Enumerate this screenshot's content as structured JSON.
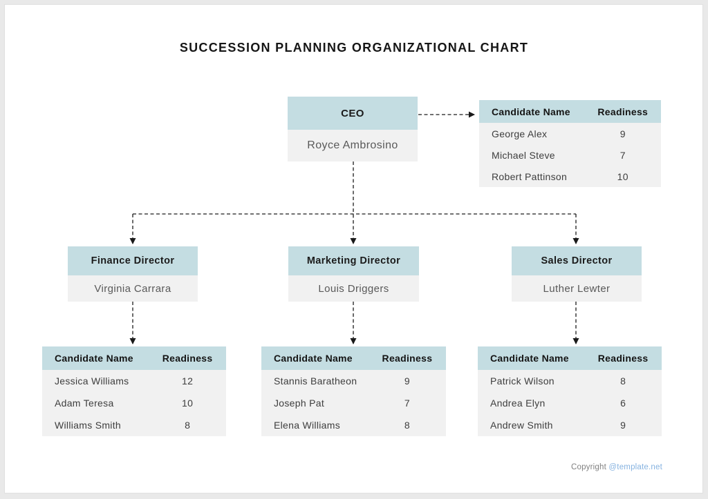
{
  "title": "SUCCESSION PLANNING ORGANIZATIONAL CHART",
  "labels": {
    "candidate_name": "Candidate Name",
    "readiness": "Readiness"
  },
  "ceo": {
    "role": "CEO",
    "name": "Royce Ambrosino"
  },
  "ceo_candidates": {
    "rows": [
      {
        "name": "George Alex",
        "readiness": "9"
      },
      {
        "name": "Michael Steve",
        "readiness": "7"
      },
      {
        "name": "Robert Pattinson",
        "readiness": "10"
      }
    ]
  },
  "directors": [
    {
      "role": "Finance Director",
      "name": "Virginia Carrara"
    },
    {
      "role": "Marketing Director",
      "name": "Louis Driggers"
    },
    {
      "role": "Sales Director",
      "name": "Luther Lewter"
    }
  ],
  "director_candidates": [
    {
      "rows": [
        {
          "name": "Jessica Williams",
          "readiness": "12"
        },
        {
          "name": "Adam Teresa",
          "readiness": "10"
        },
        {
          "name": "Williams Smith",
          "readiness": "8"
        }
      ]
    },
    {
      "rows": [
        {
          "name": "Stannis Baratheon",
          "readiness": "9"
        },
        {
          "name": "Joseph Pat",
          "readiness": "7"
        },
        {
          "name": "Elena Williams",
          "readiness": "8"
        }
      ]
    },
    {
      "rows": [
        {
          "name": "Patrick Wilson",
          "readiness": "8"
        },
        {
          "name": "Andrea Elyn",
          "readiness": "6"
        },
        {
          "name": "Andrew Smith",
          "readiness": "9"
        }
      ]
    }
  ],
  "footer": {
    "copyright_label": "Copyright",
    "copyright_link": "@template.net"
  },
  "colors": {
    "node_header_fill": "#c4dde2",
    "node_body_fill": "#f1f1f1",
    "connector_line": "#1a1a1a",
    "link_blue": "#85b2e0",
    "page_background": "#ffffff",
    "surround_background": "#e9e9e9"
  }
}
